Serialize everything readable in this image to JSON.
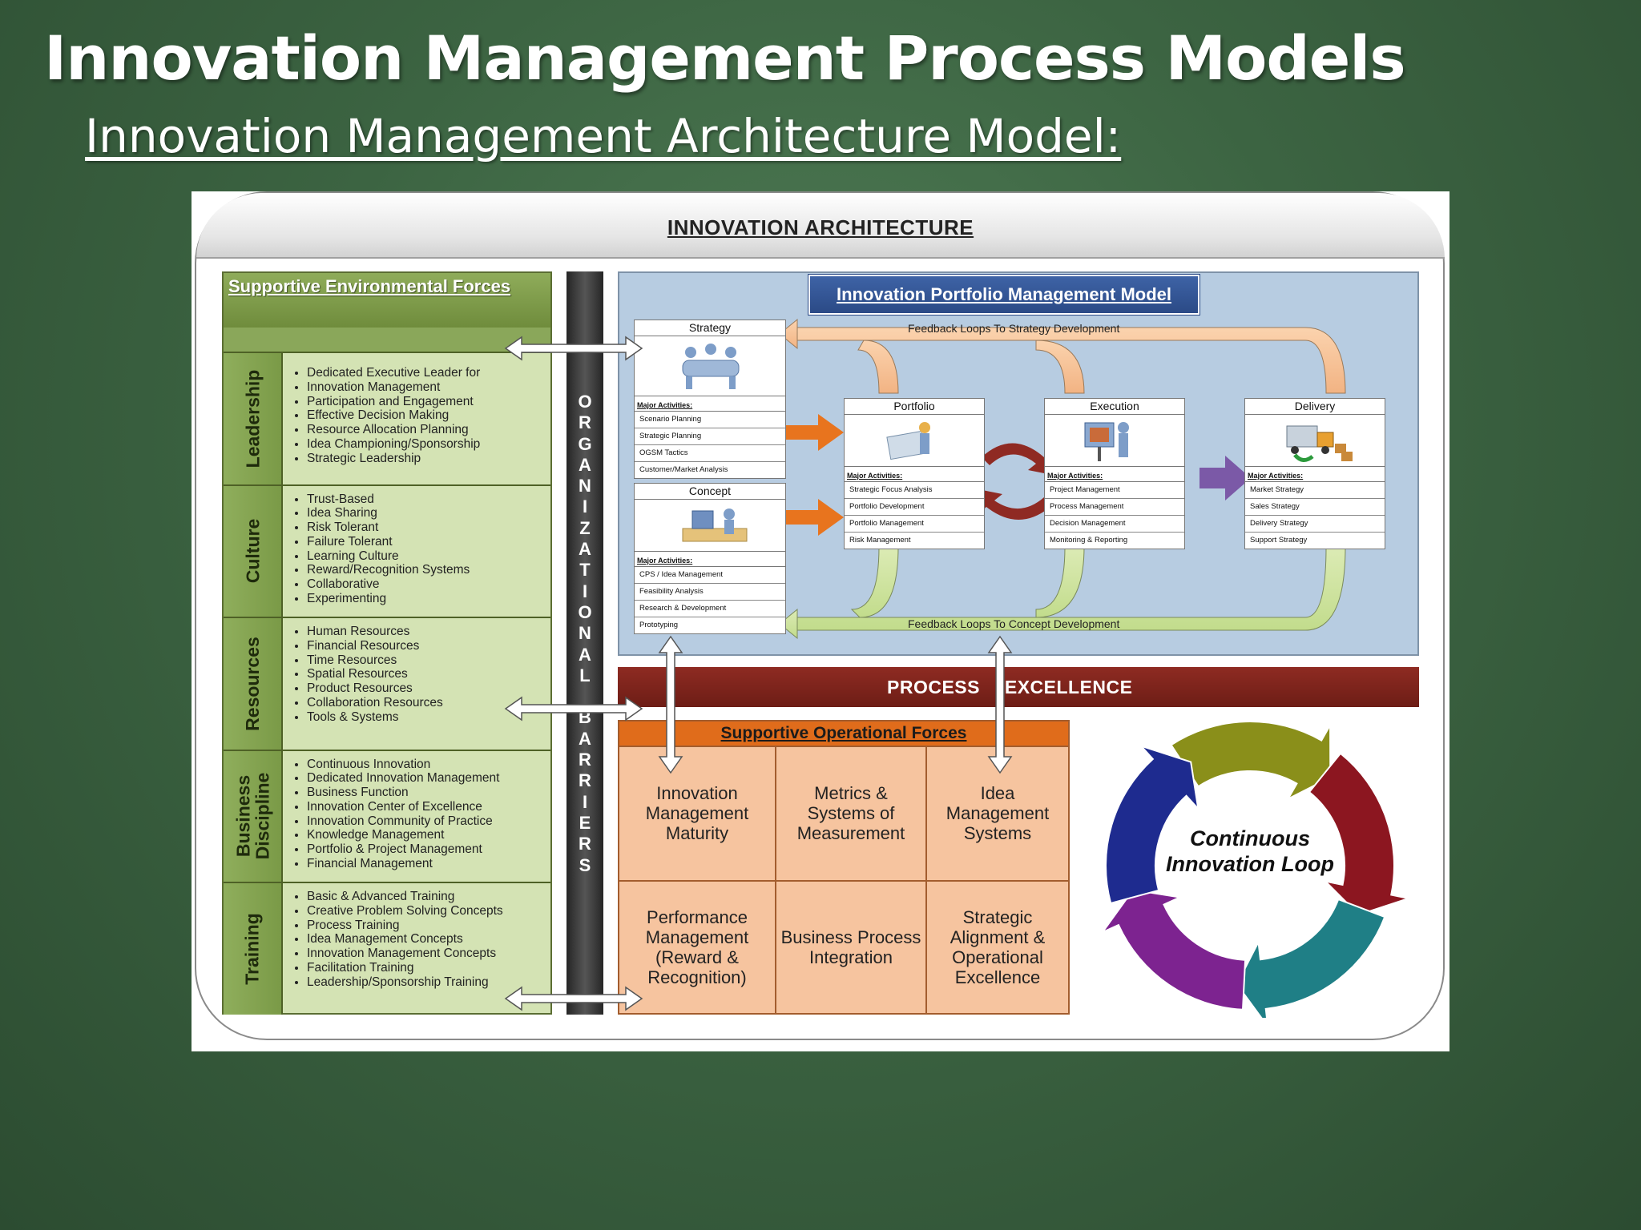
{
  "slide": {
    "title": "Innovation Management Process Models",
    "subtitle": "Innovation Management Architecture Model:"
  },
  "diagram": {
    "title": "INNOVATION ARCHITECTURE",
    "env_forces": {
      "title": "Supportive Environmental Forces",
      "rows": [
        {
          "label": "Leadership",
          "items": [
            "Dedicated Executive Leader for",
            "Innovation Management",
            "Participation and Engagement",
            "Effective Decision Making",
            "Resource Allocation Planning",
            "Idea Championing/Sponsorship",
            "Strategic Leadership"
          ]
        },
        {
          "label": "Culture",
          "items": [
            "Trust-Based",
            "Idea Sharing",
            "Risk Tolerant",
            "Failure Tolerant",
            "Learning Culture",
            "Reward/Recognition Systems",
            "Collaborative",
            "Experimenting"
          ]
        },
        {
          "label": "Resources",
          "items": [
            "Human Resources",
            "Financial Resources",
            "Time Resources",
            "Spatial Resources",
            "Product Resources",
            "Collaboration Resources",
            "Tools & Systems"
          ]
        },
        {
          "label": "Business Discipline",
          "items": [
            "Continuous Innovation",
            "Dedicated Innovation Management",
            "Business Function",
            "Innovation Center of Excellence",
            "Innovation Community of Practice",
            "Knowledge Management",
            "Portfolio & Project Management",
            "Financial Management"
          ]
        },
        {
          "label": "Training",
          "items": [
            "Basic & Advanced Training",
            "Creative Problem Solving Concepts",
            "Process Training",
            "Idea Management Concepts",
            "Innovation Management Concepts",
            "Facilitation Training",
            "Leadership/Sponsorship Training"
          ]
        }
      ]
    },
    "barrier_letters": [
      "O",
      "R",
      "G",
      "A",
      "N",
      "I",
      "Z",
      "A",
      "T",
      "I",
      "O",
      "N",
      "A",
      "L",
      "",
      "B",
      "A",
      "R",
      "R",
      "I",
      "E",
      "R",
      "S"
    ],
    "portfolio": {
      "title": "Innovation Portfolio Management Model",
      "feedback_strategy": "Feedback Loops To Strategy Development",
      "feedback_concept": "Feedback Loops To Concept Development",
      "major_label": "Major Activities:",
      "stages": {
        "strategy": {
          "name": "Strategy",
          "activities": [
            "Scenario Planning",
            "Strategic Planning",
            "OGSM Tactics",
            "Customer/Market Analysis"
          ]
        },
        "concept": {
          "name": "Concept",
          "activities": [
            "CPS / Idea Management",
            "Feasibility Analysis",
            "Research & Development",
            "Prototyping"
          ]
        },
        "portfolio": {
          "name": "Portfolio",
          "activities": [
            "Strategic Focus Analysis",
            "Portfolio Development",
            "Portfolio Management",
            "Risk Management"
          ]
        },
        "execution": {
          "name": "Execution",
          "activities": [
            "Project Management",
            "Process Management",
            "Decision Management",
            "Monitoring & Reporting"
          ]
        },
        "delivery": {
          "name": "Delivery",
          "activities": [
            "Market Strategy",
            "Sales Strategy",
            "Delivery Strategy",
            "Support Strategy"
          ]
        }
      }
    },
    "process_excellence": "PROCESS EXCELLENCE",
    "ops_forces": {
      "title": "Supportive Operational Forces",
      "cells": [
        "Innovation Management Maturity",
        "Metrics & Systems of Measurement",
        "Idea Management Systems",
        "Performance Management (Reward & Recognition)",
        "Business Process Integration",
        "Strategic Alignment & Operational Excellence"
      ]
    },
    "loop": {
      "center_label": "Continuous Innovation Loop",
      "colors": [
        "#8a8f1a",
        "#8c1620",
        "#1f7f86",
        "#7d2390",
        "#1e2b8f"
      ]
    }
  }
}
